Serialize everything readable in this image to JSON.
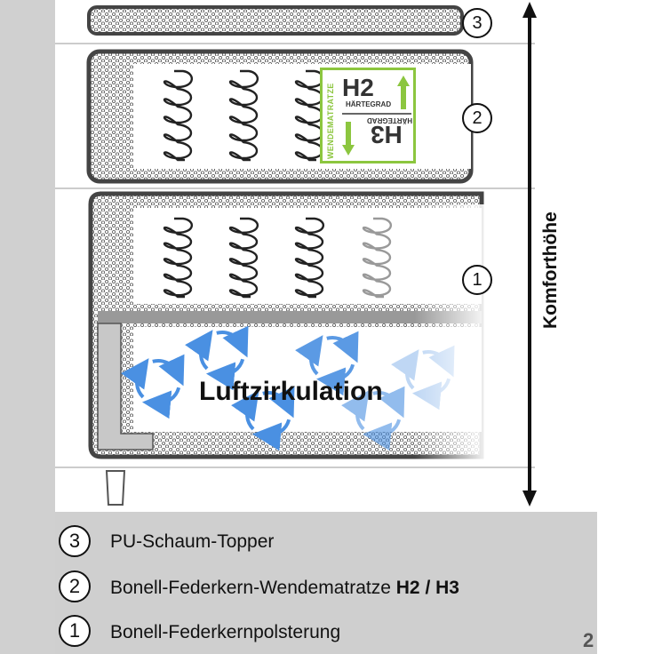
{
  "diagram": {
    "axis_label": "Komforthöhe",
    "air_label": "Luftzirkulation",
    "layer_numbers": [
      "3",
      "2",
      "1"
    ],
    "badge": {
      "side_text": "WENDEMATRATZE",
      "top_grade": "H2",
      "top_sub": "HÄRTEGRAD",
      "bottom_grade": "H3",
      "bottom_sub": "HÄRTEGRAD"
    }
  },
  "legend": {
    "items": [
      {
        "num": "3",
        "text": "PU-Schaum-Topper",
        "bold": ""
      },
      {
        "num": "2",
        "text": "Bonell-Federkern-Wendematratze ",
        "bold": "H2 / H3"
      },
      {
        "num": "1",
        "text": "Bonell-Federkernpolsterung",
        "bold": ""
      }
    ]
  },
  "page_number": "2",
  "colors": {
    "badge_green": "#8cc63f",
    "air_blue": "#4a90e2",
    "frame_dark": "#444444",
    "legend_bg": "#cfcfcf"
  }
}
